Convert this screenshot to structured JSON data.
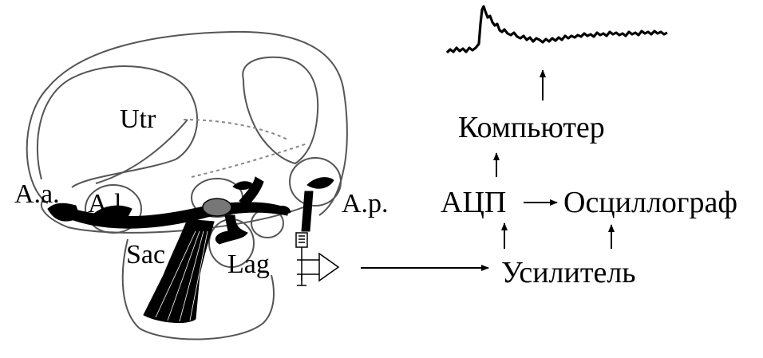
{
  "anatomy_labels": {
    "utricle": "Utr",
    "ampulla_anterior": "A.a.",
    "ampulla_lateral": "A.l.",
    "saccule": "Sac",
    "lagena": "Lag",
    "ampulla_posterior": "A.p."
  },
  "pipeline": {
    "amplifier": "Усилитель",
    "adc": "АЦП",
    "oscilloscope": "Осциллограф",
    "computer": "Компьютер"
  },
  "colors": {
    "ink": "#000000",
    "outline": "#555555",
    "background": "#ffffff"
  },
  "icons": {
    "amplifier": "triangle-amplifier-symbol",
    "electrode": "recording-electrode",
    "signal": "evoked-potential-trace"
  }
}
